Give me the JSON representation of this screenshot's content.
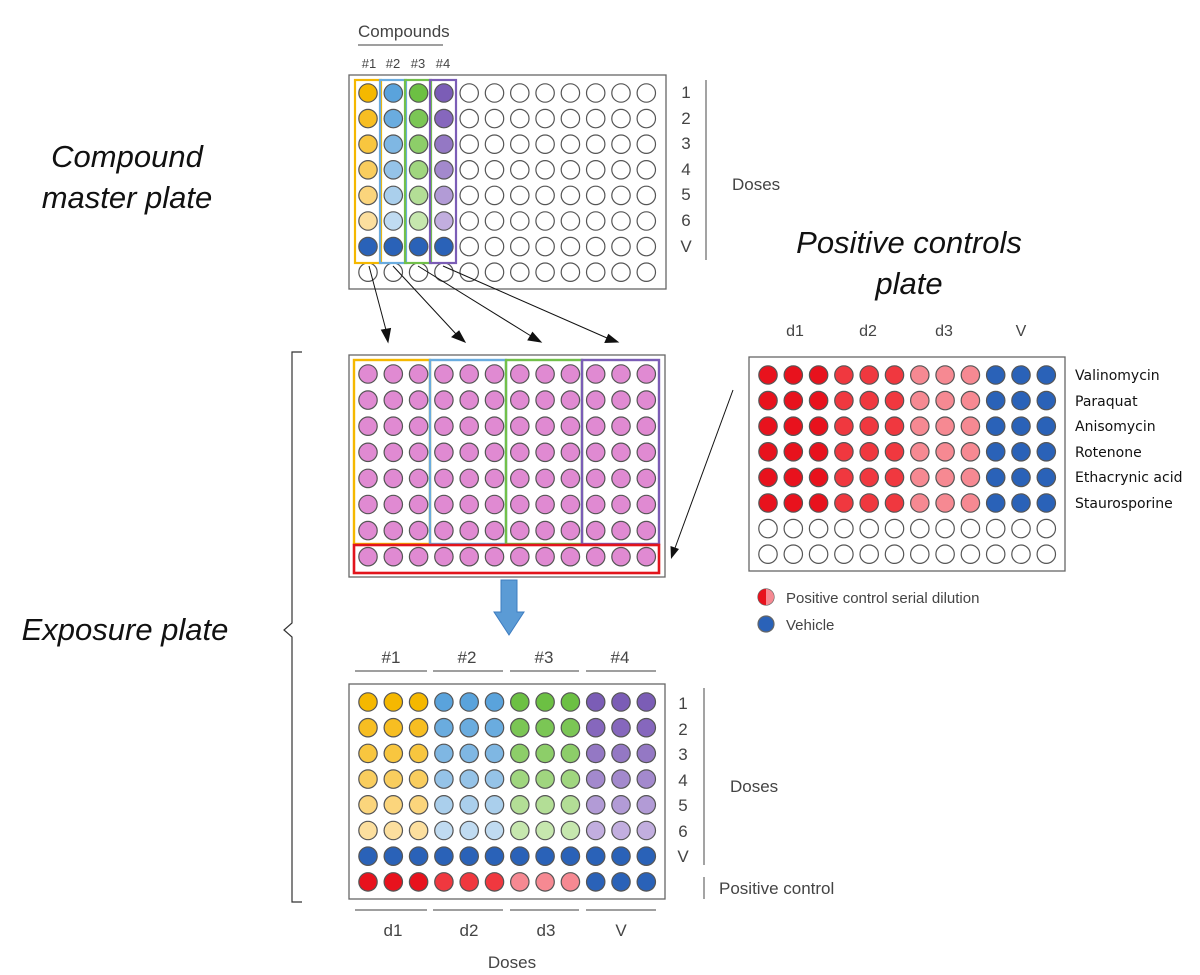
{
  "titles": {
    "master_line1": "Compound",
    "master_line2": "master plate",
    "positive_line1": "Positive controls",
    "positive_line2": "plate",
    "exposure": "Exposure plate"
  },
  "master_plate": {
    "compounds_label": "Compounds",
    "compound_ids": [
      "#1",
      "#2",
      "#3",
      "#4"
    ],
    "row_labels": [
      "1",
      "2",
      "3",
      "4",
      "5",
      "6",
      "V"
    ],
    "doses_label": "Doses"
  },
  "positive_plate": {
    "column_labels": [
      "d1",
      "d2",
      "d3",
      "V"
    ],
    "compounds": [
      "Valinomycin",
      "Paraquat",
      "Anisomycin",
      "Rotenone",
      "Ethacrynic acid",
      "Staurosporine"
    ]
  },
  "legend": {
    "serial_dilution": "Positive control serial dilution",
    "vehicle": "Vehicle"
  },
  "result_plate": {
    "compound_ids": [
      "#1",
      "#2",
      "#3",
      "#4"
    ],
    "row_labels": [
      "1",
      "2",
      "3",
      "4",
      "5",
      "6",
      "V"
    ],
    "doses_label": "Doses",
    "positive_control_label": "Positive control",
    "bottom_labels": [
      "d1",
      "d2",
      "d3",
      "V"
    ],
    "bottom_doses_label": "Doses"
  },
  "colors": {
    "compound_1": [
      "#f5b800",
      "#f7be22",
      "#f8c63f",
      "#f9cd5e",
      "#fbd57c",
      "#fcdf9e"
    ],
    "compound_2": [
      "#5aa3dc",
      "#6aacdf",
      "#7fb7e3",
      "#95c3e8",
      "#aacfec",
      "#c0dbf1"
    ],
    "compound_3": [
      "#6cc043",
      "#7bc655",
      "#8dce69",
      "#a0d67f",
      "#b3de96",
      "#c6e7ae"
    ],
    "compound_4": [
      "#7b5db6",
      "#8667bd",
      "#9478c4",
      "#a389cd",
      "#b29bd6",
      "#c2aedf"
    ],
    "vehicle": "#2a62b8",
    "exposure_well": "#e08ad2",
    "control_d1": "#e8121d",
    "control_d2": "#f0383f",
    "control_d3": "#f68992",
    "frame_1": "#f5b800",
    "frame_2": "#6aacdf",
    "frame_3": "#72c04a",
    "frame_4": "#7b5db6",
    "frame_control": "#e2141c",
    "arrow": "#5b9bd5"
  }
}
